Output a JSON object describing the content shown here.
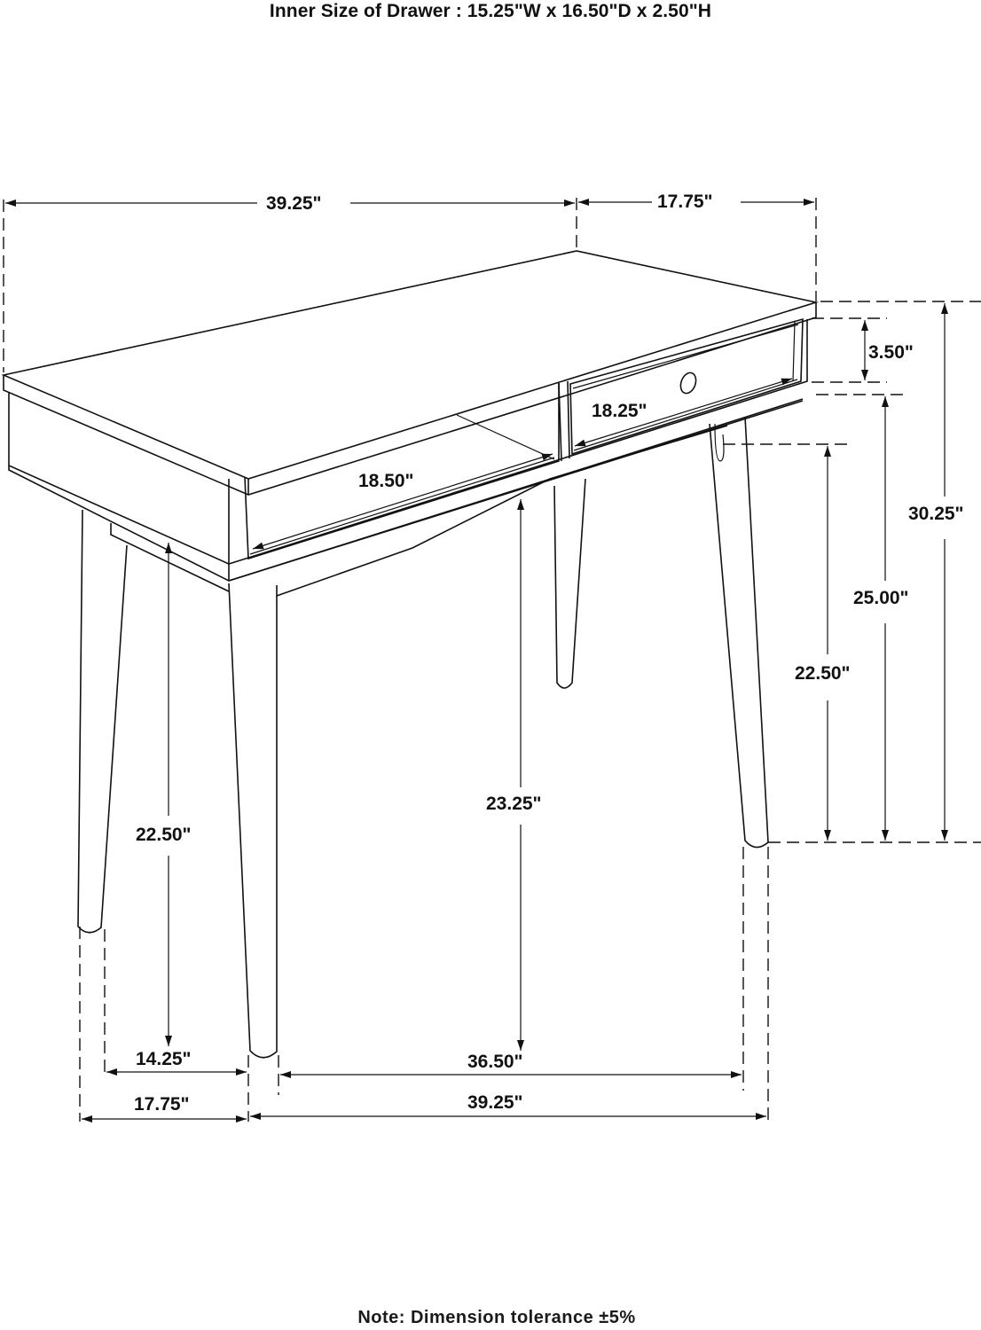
{
  "header": {
    "title": "Inner Size of Drawer : 15.25\"W x 16.50\"D x 2.50\"H"
  },
  "dimensions": {
    "top_width": "39.25\"",
    "top_depth": "17.75\"",
    "drawer_front_height": "3.50\"",
    "drawer_width": "18.25\"",
    "open_shelf_width": "18.50\"",
    "total_height": "30.25\"",
    "height_to_apron": "25.00\"",
    "height_to_stretcher": "22.50\"",
    "left_leg_clearance": "22.50\"",
    "center_clearance": "23.25\"",
    "inner_leg_depth": "14.25\"",
    "inner_leg_width": "36.50\"",
    "base_depth": "17.75\"",
    "base_width": "39.25\""
  },
  "footer": {
    "note": "Note: Dimension tolerance ±5%"
  }
}
